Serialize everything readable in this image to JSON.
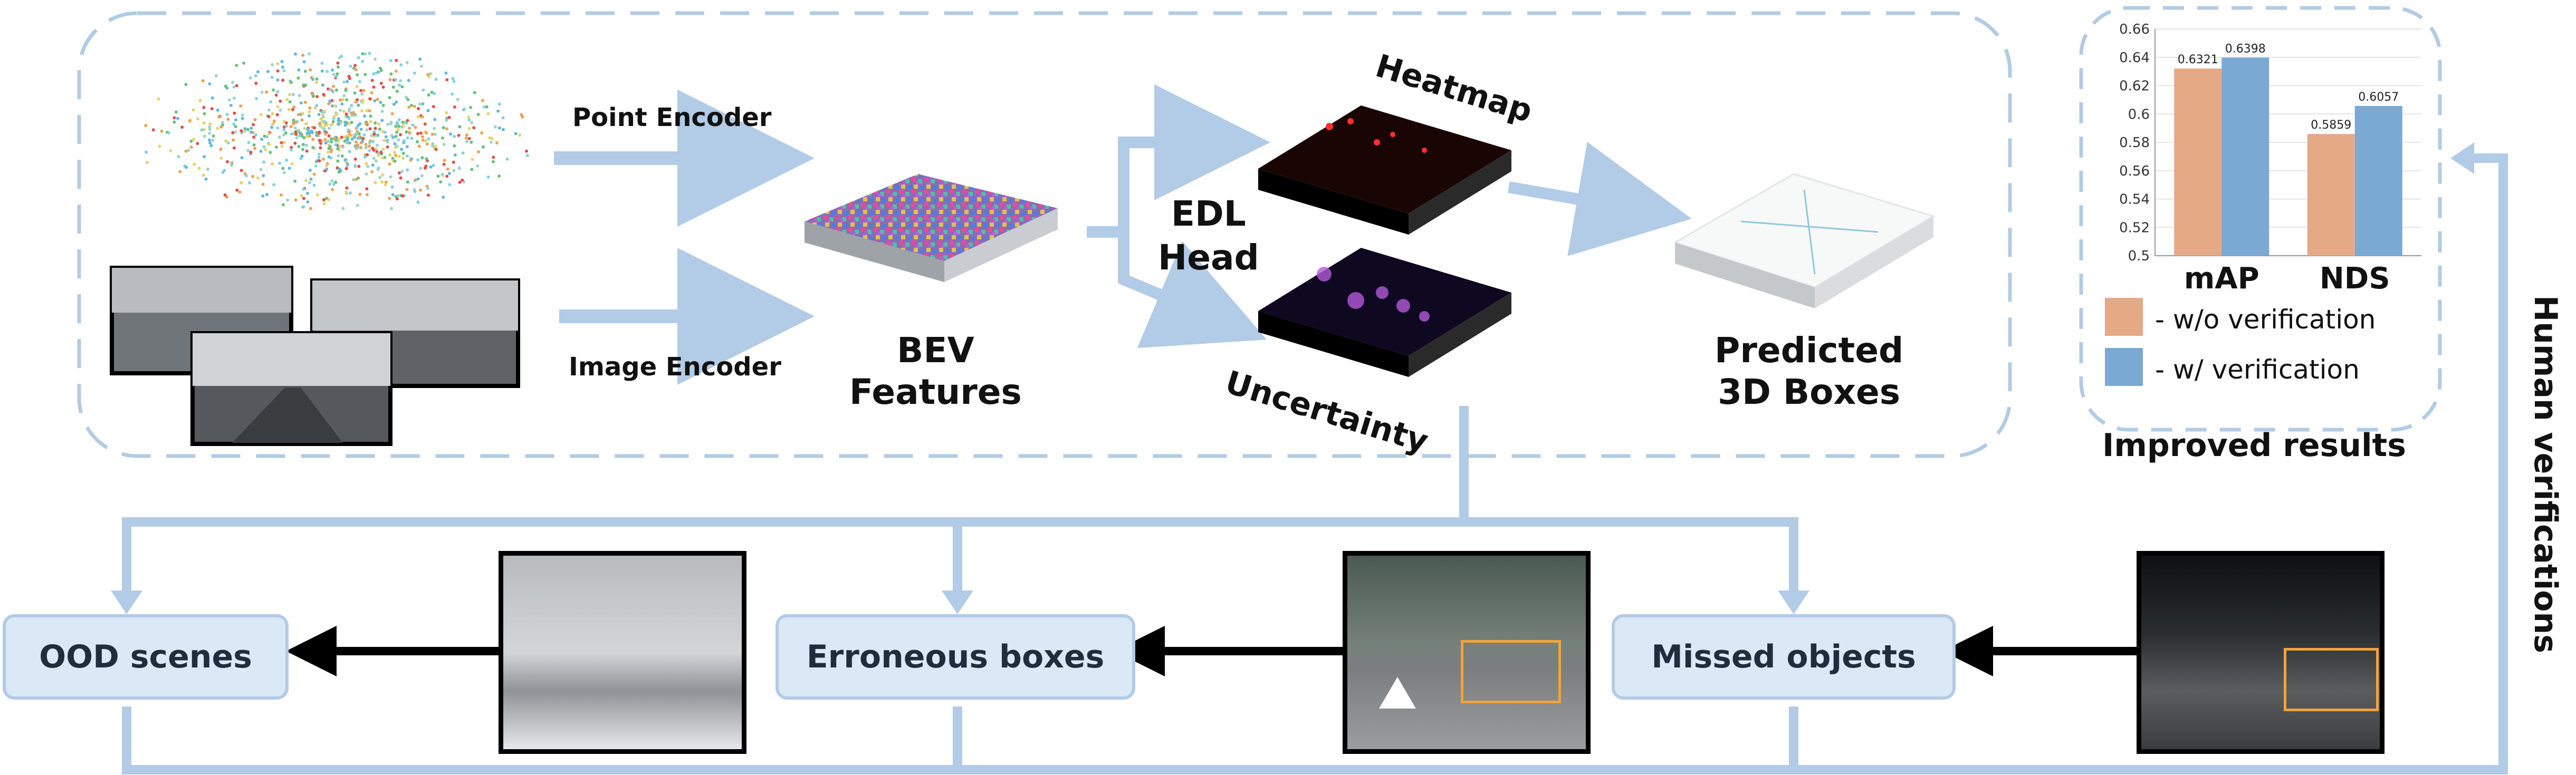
{
  "colors": {
    "flow": "#b2cbe6",
    "node_fill": "#dbe8f5",
    "bar_without": "#e5a986",
    "bar_with": "#7aa9d4",
    "black_arrow": "#000000"
  },
  "pipeline": {
    "point_encoder": "Point Encoder",
    "image_encoder": "Image Encoder",
    "bev_features": [
      "BEV",
      "Features"
    ],
    "edl_head": [
      "EDL",
      "Head"
    ],
    "heatmap": "Heatmap",
    "uncertainty": "Uncertainty",
    "predicted_boxes": [
      "Predicted",
      "3D Boxes"
    ]
  },
  "bottom": {
    "ood_scenes": "OOD scenes",
    "erroneous_boxes": "Erroneous boxes",
    "missed_objects": "Missed objects",
    "human_verifications": "Human verifications"
  },
  "results": {
    "caption": "Improved results",
    "legend_without": "- w/o verification",
    "legend_with": "- w/ verification"
  },
  "chart_data": {
    "type": "bar",
    "categories": [
      "mAP",
      "NDS"
    ],
    "series": [
      {
        "name": "- w/o verification",
        "values": [
          0.6321,
          0.5859
        ]
      },
      {
        "name": "- w/ verification",
        "values": [
          0.6398,
          0.6057
        ]
      }
    ],
    "value_labels": [
      [
        "0.6321",
        "0.5859"
      ],
      [
        "0.6398",
        "0.6057"
      ]
    ],
    "ylim": [
      0.5,
      0.66
    ],
    "yticks": [
      "0.5",
      "0.52",
      "0.54",
      "0.56",
      "0.58",
      "0.6",
      "0.62",
      "0.64",
      "0.66"
    ],
    "grid": true,
    "legend": "bottom"
  }
}
